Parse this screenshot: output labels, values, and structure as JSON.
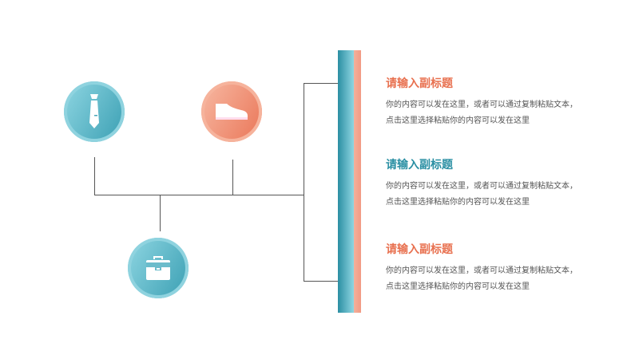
{
  "colors": {
    "teal": "#2a8fa3",
    "orange": "#e8704f"
  },
  "icons": [
    "tie-icon",
    "shoe-icon",
    "briefcase-icon"
  ],
  "items": [
    {
      "title": "请输入副标题",
      "line1": "你的内容可以发在这里，或者可以通过复制粘贴文本，",
      "line2": "点击这里选择粘贴你的内容可以发在这里",
      "color": "#e8704f"
    },
    {
      "title": "请输入副标题",
      "line1": "你的内容可以发在这里，或者可以通过复制粘贴文本，",
      "line2": "点击这里选择粘贴你的内容可以发在这里",
      "color": "#2a8fa3"
    },
    {
      "title": "请输入副标题",
      "line1": "你的内容可以发在这里，或者可以通过复制粘贴文本，",
      "line2": "点击这里选择粘贴你的内容可以发在这里",
      "color": "#e8704f"
    }
  ]
}
